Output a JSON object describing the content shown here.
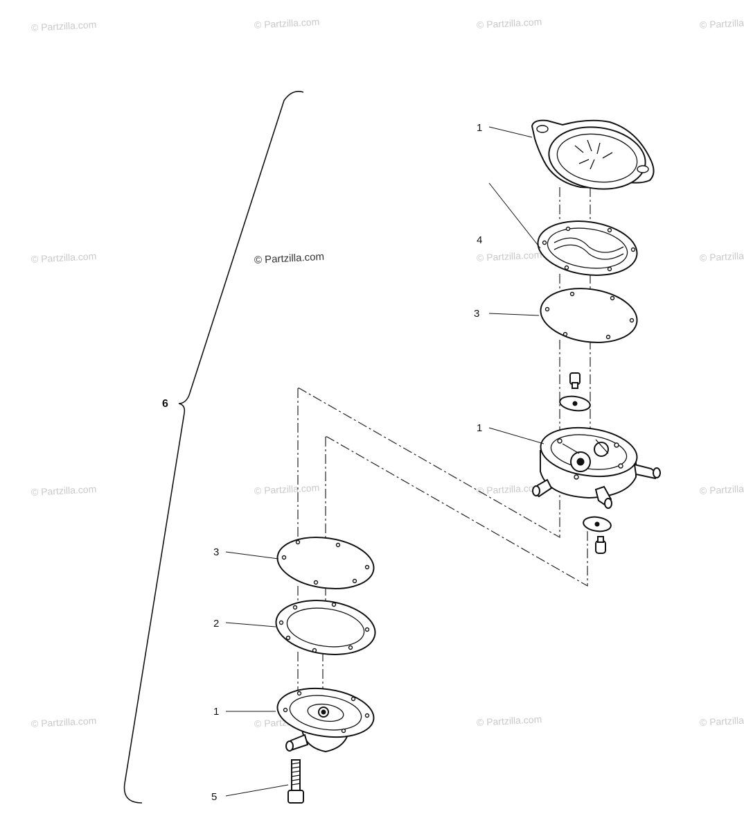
{
  "watermarks": {
    "text": "© Partzilla.com",
    "main_text": "© Partzilla.com"
  },
  "callouts": {
    "top_housing": "1",
    "gasket_top": "4",
    "diaphragm_top": "3",
    "middle_body": "1",
    "diaphragm_bottom": "3",
    "gasket_bottom": "2",
    "bottom_cover": "1",
    "screw": "5",
    "assembly": "6"
  },
  "colors": {
    "line": "#111111",
    "watermark": "#c9c9c9",
    "background": "#ffffff"
  }
}
